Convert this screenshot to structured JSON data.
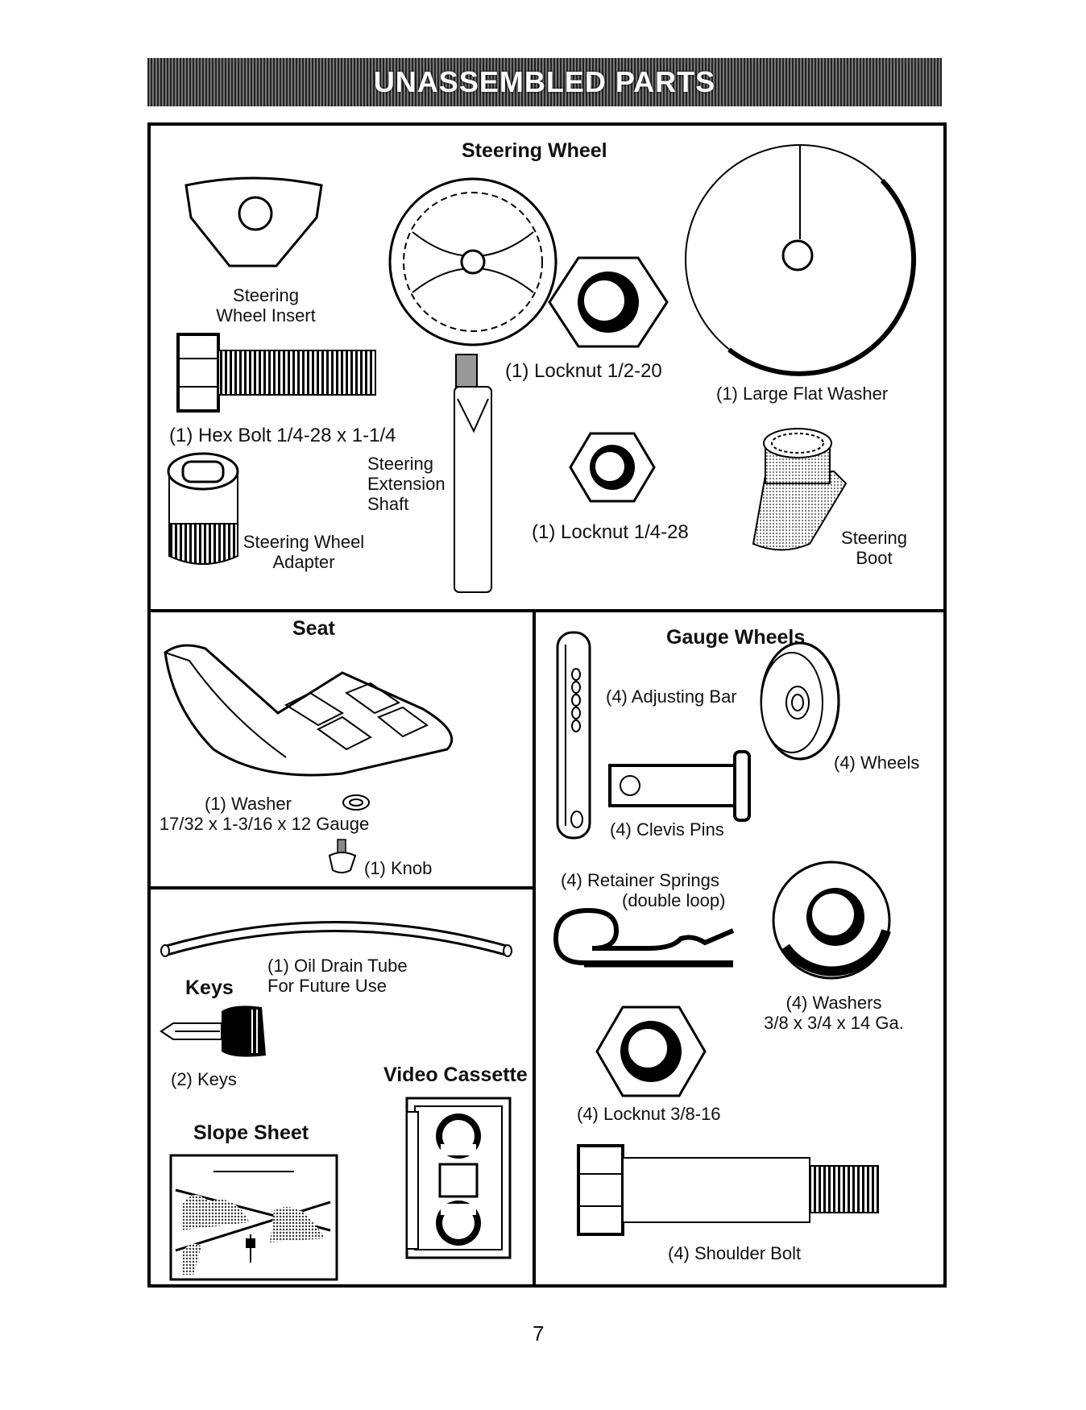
{
  "page": {
    "title": "UNASSEMBLED PARTS",
    "page_number": "7"
  },
  "steering": {
    "header": "Steering Wheel",
    "wheel_insert": [
      "Steering",
      "Wheel Insert"
    ],
    "hex_bolt": "(1) Hex Bolt  1/4-28 x 1-1/4",
    "extension_shaft": [
      "Steering",
      "Extension",
      "Shaft"
    ],
    "wheel_adapter": [
      "Steering Wheel",
      "Adapter"
    ],
    "locknut_large": "(1) Locknut  1/2-20",
    "locknut_small": "(1) Locknut  1/4-28",
    "flat_washer": "(1) Large Flat Washer",
    "boot": [
      "Steering",
      "Boot"
    ]
  },
  "seat": {
    "header": "Seat",
    "washer": [
      "(1) Washer",
      "17/32 x 1-3/16 x 12 Gauge"
    ],
    "knob": "(1) Knob"
  },
  "misc": {
    "oil_tube": [
      "(1) Oil Drain Tube",
      "For Future Use"
    ],
    "keys_header": "Keys",
    "keys": "(2) Keys",
    "slope_header": "Slope Sheet",
    "video_header": "Video Cassette"
  },
  "gauge": {
    "header": "Gauge Wheels",
    "adjusting_bar": "(4) Adjusting Bar",
    "wheels": "(4) Wheels",
    "clevis_pins": "(4) Clevis Pins",
    "retainer_springs": [
      "(4)  Retainer Springs",
      "(double loop)"
    ],
    "washers": [
      "(4) Washers",
      "3/8 x 3/4 x 14 Ga."
    ],
    "locknut": "(4) Locknut  3/8-16",
    "shoulder_bolt": "(4) Shoulder Bolt"
  }
}
